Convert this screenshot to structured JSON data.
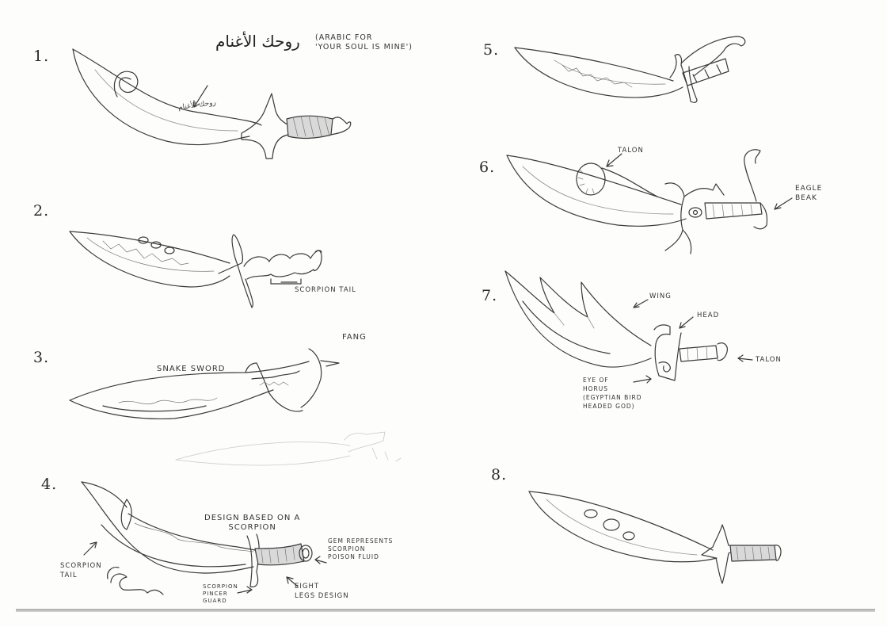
{
  "numbers": [
    "1.",
    "2.",
    "3.",
    "4.",
    "5.",
    "6.",
    "7.",
    "8."
  ],
  "sketch1": {
    "arabic_title": "روحك الأغنام",
    "note": "(ARABIC FOR\n'YOUR SOUL IS MINE')",
    "blade_inscription": "روحك الأغنام"
  },
  "sketch2": {
    "note_tail": "SCORPION TAIL"
  },
  "sketch3": {
    "title": "SNAKE SWORD",
    "note_fang": "FANG"
  },
  "sketch4": {
    "design_note": "DESIGN BASED ON A\nSCORPION",
    "note_gem": "GEM REPRESENTS\nSCORPION\nPOISON FLUID",
    "note_tail": "SCORPION\nTAIL",
    "note_guard": "SCORPION\nPINCER\nGUARD",
    "note_legs": "EIGHT\nLEGS DESIGN"
  },
  "sketch6": {
    "note_talon": "TALON",
    "note_beak": "EAGLE\nBEAK"
  },
  "sketch7": {
    "note_wing": "WING",
    "note_head": "HEAD",
    "note_talon": "TALON",
    "note_eye": "EYE OF\nHORUS\n(EGYPTIAN BIRD\nHEADED GOD)"
  }
}
